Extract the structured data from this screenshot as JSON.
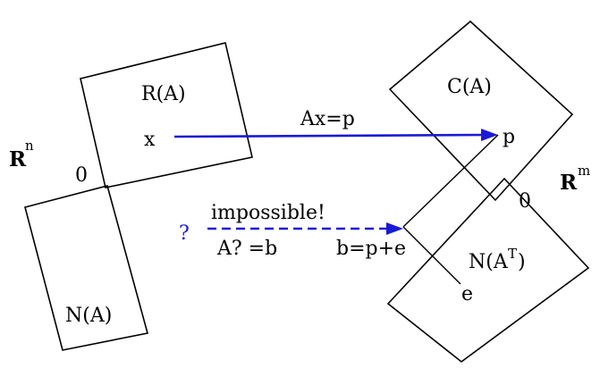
{
  "left_space": {
    "label": "R",
    "superscript": "n",
    "row_space_label": "R(A)",
    "null_space_label": "N(A)",
    "origin_label": "0",
    "x_label": "x"
  },
  "right_space": {
    "label": "R",
    "superscript": "m",
    "column_space_label": "C(A)",
    "left_null_space_label": "N(A",
    "left_null_space_sup": "T",
    "left_null_space_close": ")",
    "origin_label": "0",
    "p_label": "p",
    "e_label": "e",
    "b_label": "b=p+e"
  },
  "arrows": {
    "solid_label": "Ax=p",
    "dashed_top_label": "impossible!",
    "dashed_bottom_label": "A? =b",
    "question_mark": "?"
  },
  "colors": {
    "arrow": "#1a1ad6",
    "ink": "#000000",
    "background": "#ffffff"
  }
}
